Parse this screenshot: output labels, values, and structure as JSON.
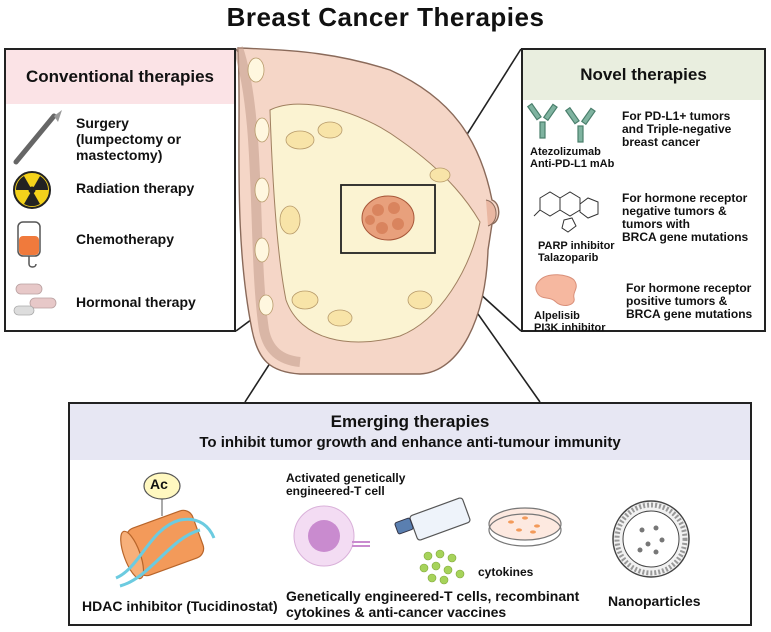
{
  "title": "Breast Cancer Therapies",
  "conventional": {
    "heading": "Conventional therapies",
    "items": [
      {
        "label_lines": [
          "Surgery",
          "(lumpectomy or",
          "mastectomy)"
        ],
        "icon": "scalpel-icon"
      },
      {
        "label": "Radiation therapy",
        "icon": "radiation-icon"
      },
      {
        "label": "Chemotherapy",
        "icon": "iv-bag-icon"
      },
      {
        "label": "Hormonal therapy",
        "icon": "pills-icon"
      }
    ]
  },
  "novel": {
    "heading": "Novel therapies",
    "items": [
      {
        "drug_lines": [
          "Atezolizumab",
          "Anti-PD-L1 mAb"
        ],
        "desc_lines": [
          "For PD-L1+ tumors",
          "and Triple-negative",
          "breast cancer"
        ],
        "icon": "antibody-icon"
      },
      {
        "drug_lines": [
          "PARP inhibitor",
          "Talazoparib"
        ],
        "desc_lines": [
          "For hormone receptor",
          "negative tumors &",
          "tumors with",
          "BRCA gene mutations"
        ],
        "icon": "molecule-icon"
      },
      {
        "drug_lines": [
          "Alpelisib",
          "PI3K inhibitor"
        ],
        "desc_lines": [
          "For hormone receptor",
          "positive tumors &",
          "BRCA gene mutations"
        ],
        "icon": "protein-icon"
      }
    ]
  },
  "emerging": {
    "heading": "Emerging therapies",
    "subheading": "To inhibit tumor growth and enhance anti-tumour immunity",
    "hdac_label": "HDAC inhibitor (Tucidinostat)",
    "ac_label": "Ac",
    "tcell_lines": [
      "Activated genetically",
      "engineered-T  cell"
    ],
    "cytokines_label": "cytokines",
    "combo_lines": [
      "Genetically engineered-T cells, recombinant",
      "cytokines & anti-cancer vaccines"
    ],
    "nano_label": "Nanoparticles"
  },
  "colors": {
    "conventional_header": "#fbe3e6",
    "novel_header": "#e9eedf",
    "emerging_header": "#e7e7f3",
    "skin": "#f5d6c7",
    "tissue": "#fbf3d2",
    "tumor": "#e8a07c",
    "radiation": "#f4d21b",
    "chemo": "#f07a3c",
    "antibody": "#7fb3a0",
    "protein": "#f6b8a0",
    "tcell": "#e6bfe6",
    "cytokine": "#a6d35a",
    "histone": "#f39a5a",
    "dna": "#6ccbe0"
  }
}
